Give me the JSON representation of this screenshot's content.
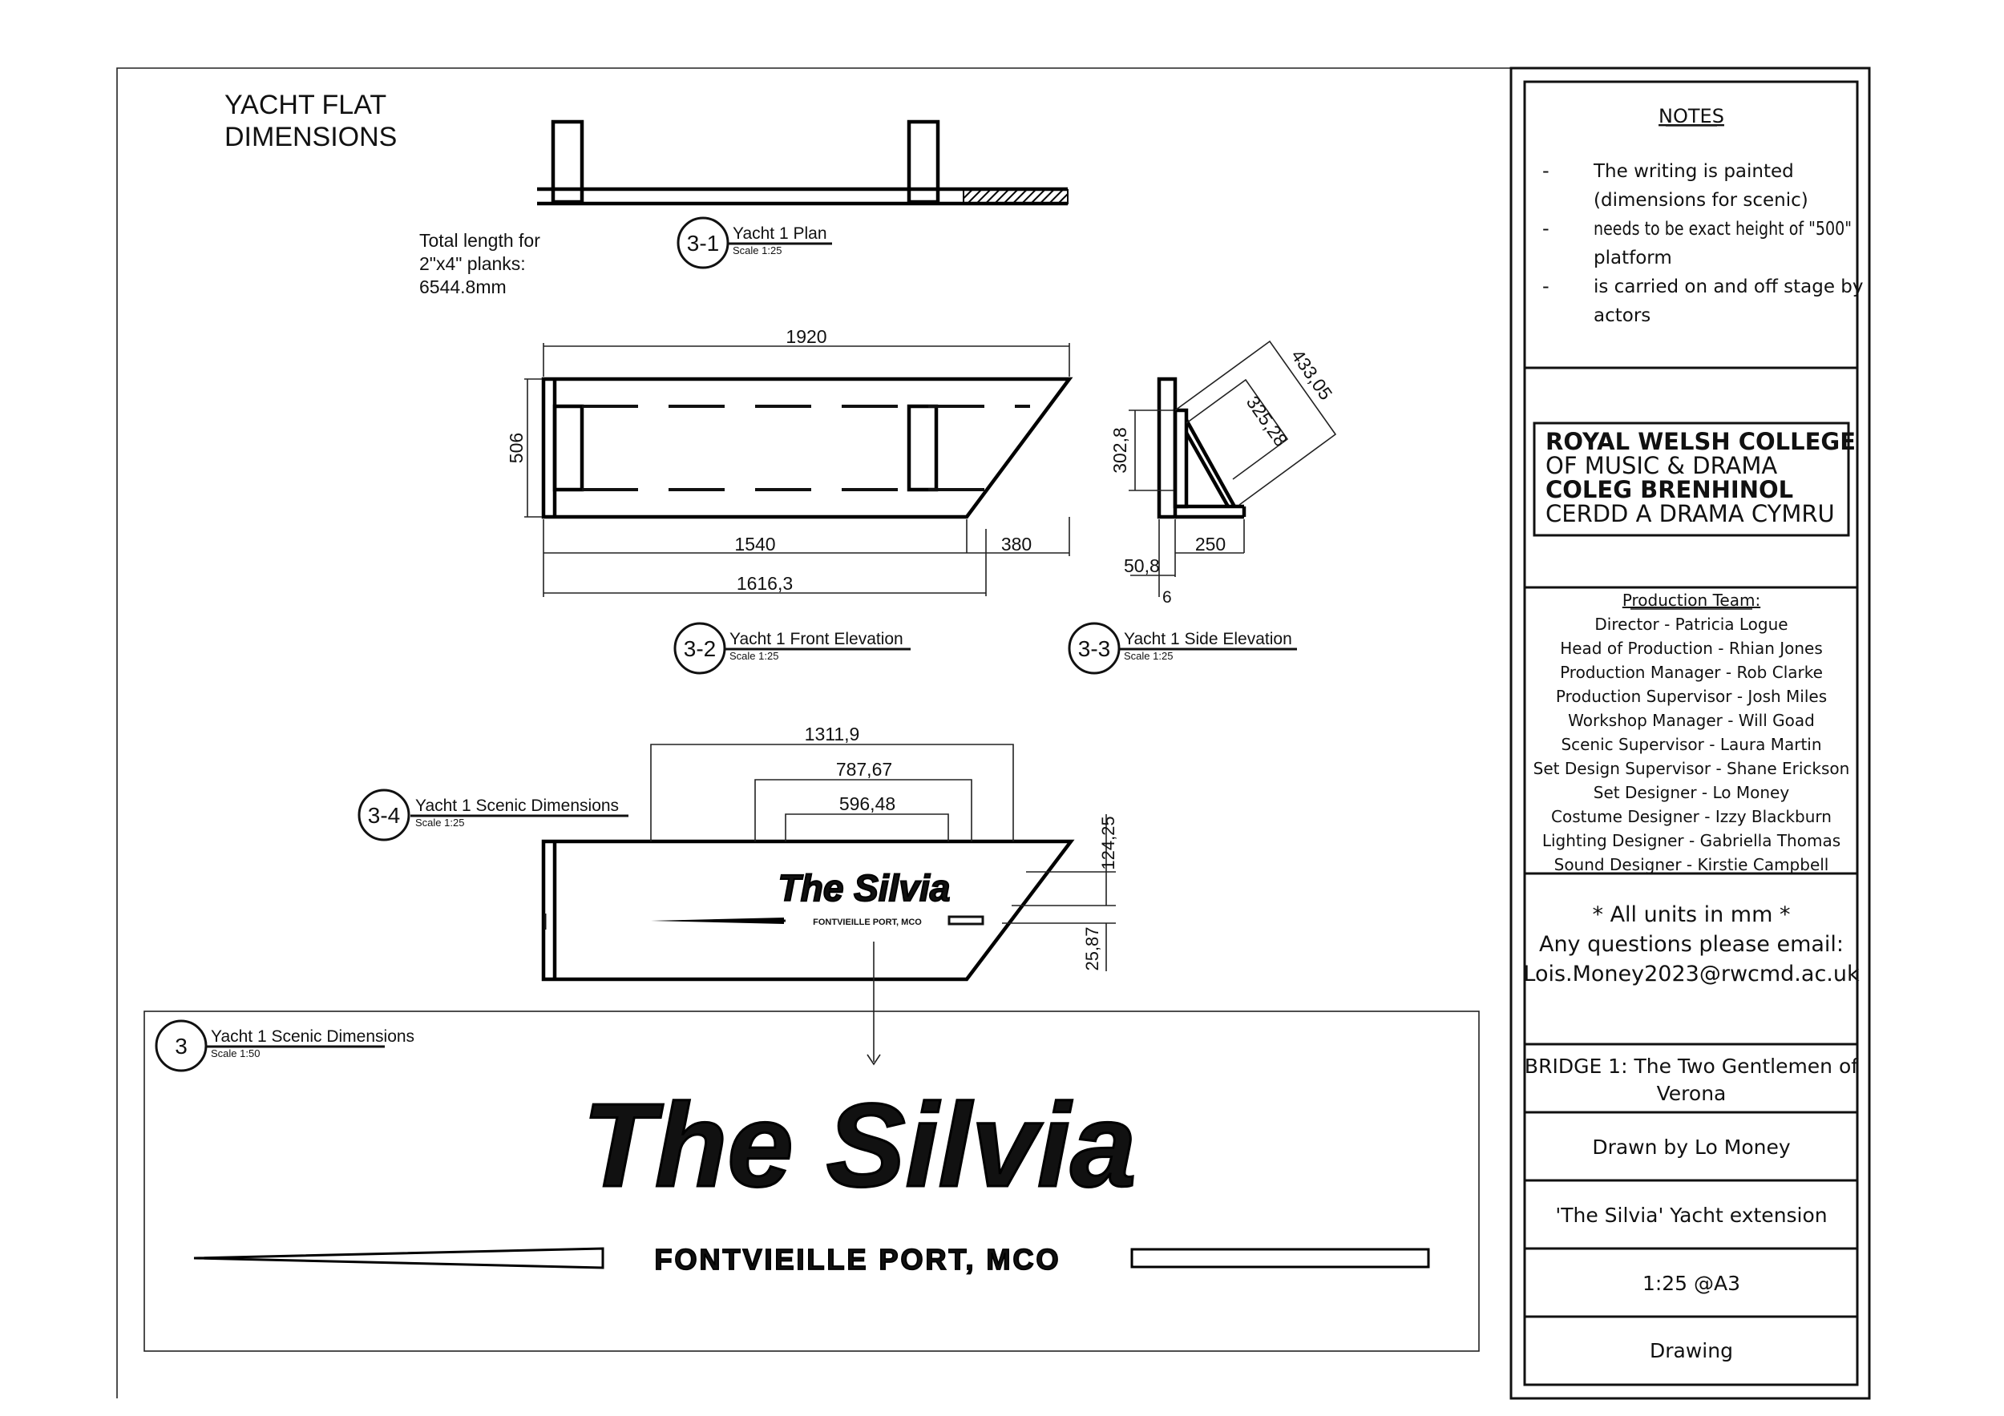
{
  "drawing": {
    "title": [
      "YACHT FLAT",
      "DIMENSIONS"
    ],
    "total_length_note": [
      "Total length for",
      "2\"x4\" planks:",
      "6544.8mm"
    ],
    "views": [
      {
        "ref": "3-1",
        "name": "Yacht 1 Plan",
        "scale": "Scale 1:25"
      },
      {
        "ref": "3-2",
        "name": "Yacht 1 Front Elevation",
        "scale": "Scale 1:25"
      },
      {
        "ref": "3-3",
        "name": "Yacht 1 Side Elevation",
        "scale": "Scale 1:25"
      },
      {
        "ref": "3-4",
        "name": "Yacht 1 Scenic Dimensions",
        "scale": "Scale 1:25"
      },
      {
        "ref": "3",
        "name": "Yacht 1 Scenic Dimensions",
        "scale": "Scale 1:50"
      }
    ],
    "dimensions": {
      "front_width": "1920",
      "front_height": "506",
      "front_bottom": "1540",
      "front_slope": "380",
      "front_total": "1616,3",
      "side_height": "302,8",
      "side_diag_outer": "433,05",
      "side_diag_inner": "325,28",
      "side_base": "250",
      "side_thickness": "50,8",
      "side_small": "6",
      "scenic_w1": "1311,9",
      "scenic_w2": "787,67",
      "scenic_w3": "596,48",
      "scenic_h1": "124,25",
      "scenic_h2": "25,87"
    },
    "scenic_text": {
      "name": "The Silvia",
      "subline": "FONTVIEILLE PORT, MCO"
    }
  },
  "title_block": {
    "notes_heading": "NOTES",
    "notes": [
      {
        "bullet": "-",
        "lines": [
          "The writing is painted",
          "(dimensions for scenic)"
        ]
      },
      {
        "bullet": "-",
        "lines": [
          "needs to be exact height of \"500\"",
          "platform"
        ]
      },
      {
        "bullet": "-",
        "lines": [
          "is carried on and off stage by",
          "actors"
        ]
      }
    ],
    "college_logo": [
      "ROYAL WELSH COLLEGE",
      "OF MUSIC & DRAMA",
      "COLEG BRENHINOL",
      "CERDD A DRAMA CYMRU"
    ],
    "team_heading": "Production Team:",
    "team": [
      "Director - Patricia Logue",
      "Head of Production - Rhian Jones",
      "Production Manager - Rob Clarke",
      "Production Supervisor - Josh Miles",
      "Workshop Manager - Will Goad",
      "Scenic Supervisor - Laura Martin",
      "Set Design Supervisor - Shane Erickson",
      "Set Designer - Lo Money",
      "Costume Designer - Izzy Blackburn",
      "Lighting Designer - Gabriella Thomas",
      "Sound Designer - Kirstie Campbell"
    ],
    "units": [
      "* All units in mm *",
      "Any questions please email:",
      "Lois.Money2023@rwcmd.ac.uk"
    ],
    "production": [
      "BRIDGE 1: The Two Gentlemen of",
      "Verona"
    ],
    "drawn_by": "Drawn by Lo Money",
    "drawing_name": "'The Silvia' Yacht extension",
    "scale": "1:25 @A3",
    "type": "Drawing"
  }
}
